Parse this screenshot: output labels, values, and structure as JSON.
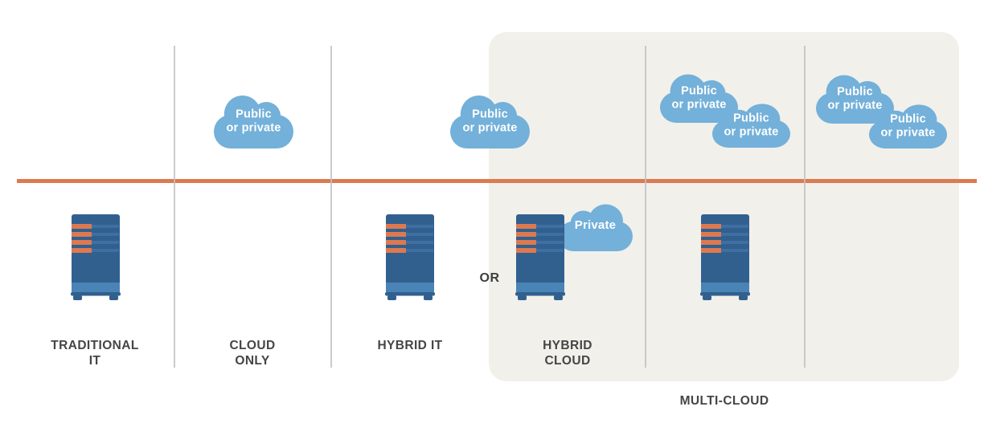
{
  "labels": {
    "or": "OR",
    "multicloud": "MULTI-CLOUD"
  },
  "columns": [
    {
      "line1": "TRADITIONAL",
      "line2": "IT"
    },
    {
      "line1": "CLOUD",
      "line2": "ONLY"
    },
    {
      "line1": "HYBRID IT",
      "line2": ""
    },
    {
      "line1": "HYBRID",
      "line2": "CLOUD"
    }
  ],
  "clouds": {
    "public_line1": "Public",
    "public_line2": "or private",
    "private": "Private"
  },
  "colors": {
    "cloud_blue": "#73b0da",
    "server_body": "#31608f",
    "server_line": "#3f6fa2",
    "server_stripe": "#dd7950",
    "server_base": "#4a84b6",
    "divider_orange": "#dc7a52",
    "divider_gray": "#c2c2c2",
    "panel_gray": "#f1f0ea",
    "label_text": "#454545",
    "cloud_text": "#ffffff"
  }
}
